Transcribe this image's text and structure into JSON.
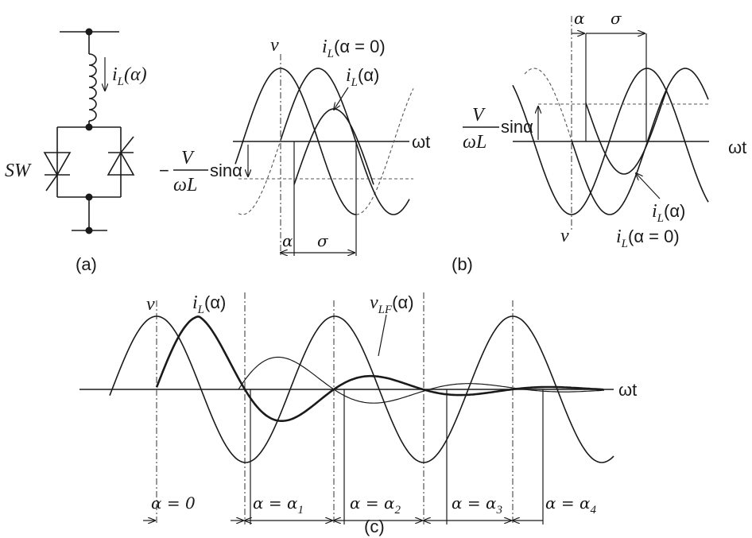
{
  "panel_a": {
    "caption": "(a)",
    "current_label": "i",
    "current_sub": "L",
    "current_arg": "(α)",
    "switch_label": "SW"
  },
  "panel_b": {
    "caption": "(b)",
    "left": {
      "v_label": "v",
      "il0_main": "i",
      "il0_sub": "L",
      "il0_arg": "(α = 0)",
      "il_main": "i",
      "il_sub": "L",
      "il_arg": "(α)",
      "axis_label": "ωt",
      "offset_sign": "−",
      "offset_num": "V",
      "offset_den": "ωL",
      "offset_fn": "sinα",
      "alpha": "α",
      "sigma": "σ"
    },
    "right": {
      "alpha": "α",
      "sigma": "σ",
      "offset_num": "V",
      "offset_den": "ωL",
      "offset_fn": "sinα",
      "axis_label": "ωt",
      "v_label": "v",
      "il_main": "i",
      "il_sub": "L",
      "il_arg": "(α)",
      "il0_main": "i",
      "il0_sub": "L",
      "il0_arg": "(α = 0)"
    }
  },
  "panel_c": {
    "caption": "(c)",
    "v_label": "v",
    "il_main": "i",
    "il_sub": "L",
    "il_arg": "(α)",
    "vlf_main": "v",
    "vlf_sub": "LF",
    "vlf_arg": "(α)",
    "axis_label": "ωt",
    "intervals": [
      {
        "alpha": "α",
        "eq": " = 0",
        "sub": ""
      },
      {
        "alpha": "α",
        "eq": " = α",
        "sub": "1"
      },
      {
        "alpha": "α",
        "eq": " = α",
        "sub": "2"
      },
      {
        "alpha": "α",
        "eq": " = α",
        "sub": "3"
      },
      {
        "alpha": "α",
        "eq": " = α",
        "sub": "4"
      }
    ]
  }
}
